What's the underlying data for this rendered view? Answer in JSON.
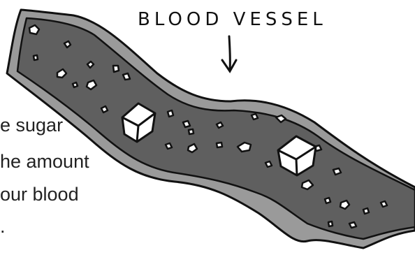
{
  "label": {
    "text": "BLOOD VESSEL"
  },
  "caption": {
    "lines": [
      "e sugar",
      "he amount",
      "our blood",
      "."
    ]
  },
  "colors": {
    "vessel_fill": "#5f5f5f",
    "vessel_wall": "#9a9a9a",
    "outline": "#111111",
    "cube_fill": "#ffffff",
    "caption_text": "#222222"
  }
}
